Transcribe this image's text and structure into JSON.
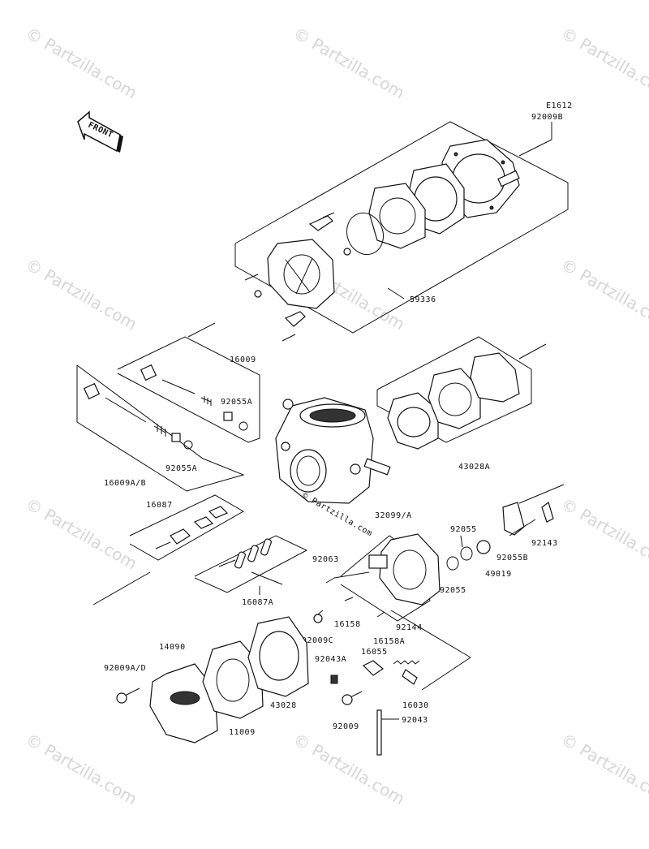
{
  "diagram_code": "E1612",
  "front_label": "FRONT",
  "watermark": "© Partzilla.com",
  "center_watermark": "© Partzilla.com",
  "labels": {
    "p92009B": "92009B",
    "p59336": "59336",
    "p16009": "16009",
    "p92055A_1": "92055A",
    "p92055A_2": "92055A",
    "p16009AB": "16009A/B",
    "p43028A": "43028A",
    "p16087": "16087",
    "p16087A": "16087A",
    "p32099A": "32099/A",
    "p92055_1": "92055",
    "p92055_2": "92055",
    "p49019": "49019",
    "p92055B": "92055B",
    "p92143": "92143",
    "p92063": "92063",
    "p16158": "16158",
    "p16158A": "16158A",
    "p92144": "92144",
    "p92009C": "92009C",
    "p92043A": "92043A",
    "p16055": "16055",
    "p16030": "16030",
    "p92043": "92043",
    "p92009_2": "92009",
    "p14090": "14090",
    "p92009AD": "92009A/D",
    "p11009": "11009",
    "p43028": "43028"
  }
}
